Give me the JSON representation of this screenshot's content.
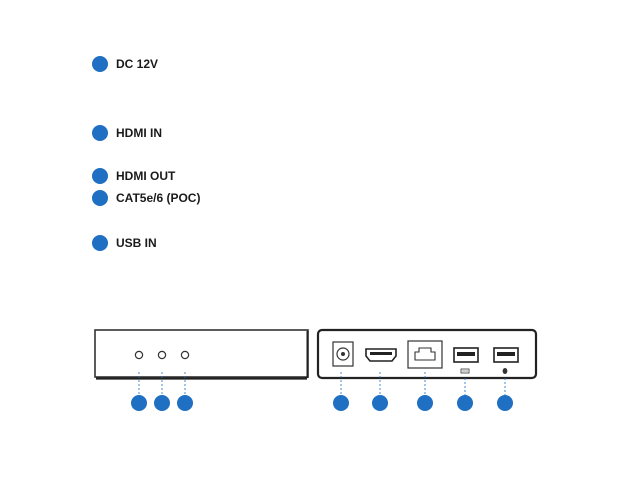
{
  "legend": [
    {
      "label": "DC 12V"
    },
    {
      "label": "HDMI IN"
    },
    {
      "label": "HDMI OUT"
    },
    {
      "label": "CAT5e/6 (POC)"
    },
    {
      "label": "USB IN"
    }
  ],
  "colors": {
    "marker": "#1f6fc2",
    "device_outline": "#333333",
    "leader_line": "#1f6fc2"
  },
  "front_panel": {
    "leds": 3,
    "markers": 3
  },
  "rear_panel": {
    "ports": [
      "dc-power-jack",
      "hdmi-port",
      "rj45-port",
      "usb-port-1",
      "usb-port-2"
    ],
    "markers": 5
  }
}
